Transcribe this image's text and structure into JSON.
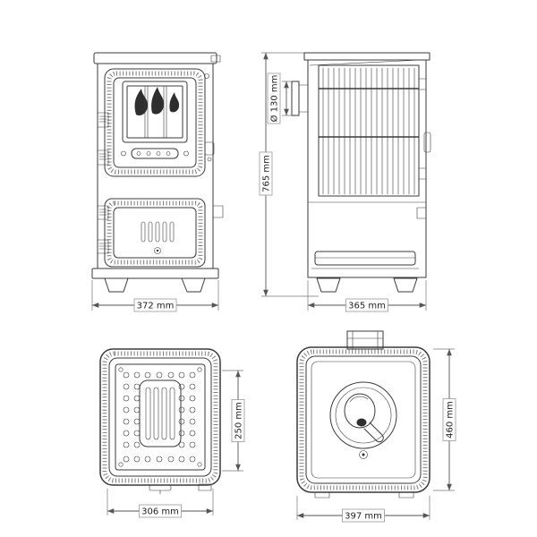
{
  "colors": {
    "line": "#3a3a3a",
    "dimension": "#555555",
    "background": "#ffffff"
  },
  "views": {
    "front": {
      "width_dim": "372 mm"
    },
    "side": {
      "height_dim": "765 mm",
      "flue_diameter_dim": "Ø 130 mm",
      "depth_dim": "365 mm"
    },
    "back_panel": {
      "width_dim": "306 mm",
      "height_dim": "250 mm"
    },
    "top": {
      "width_dim": "397 mm",
      "height_dim": "460 mm"
    }
  }
}
